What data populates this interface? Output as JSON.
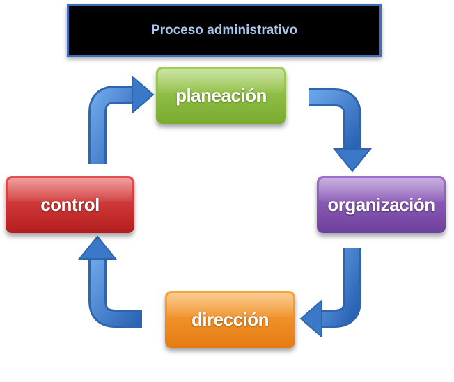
{
  "title": "Proceso administrativo",
  "nodes": {
    "planeacion": "planeación",
    "organizacion": "organización",
    "direccion": "dirección",
    "control": "control"
  },
  "colors": {
    "planeacion": "#8bbd40",
    "organizacion": "#8454b3",
    "direccion": "#f08e1f",
    "control": "#cc2f2f",
    "arrow": "#3b78c8",
    "title_border": "#3b6dc0"
  }
}
